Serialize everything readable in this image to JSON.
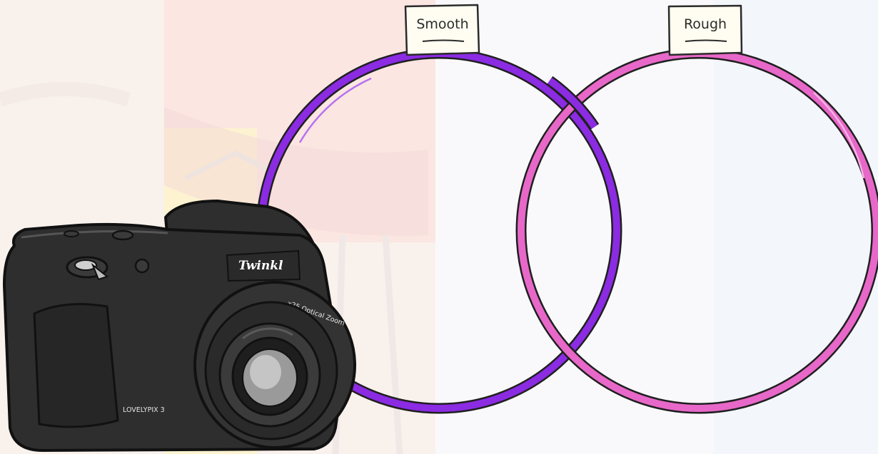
{
  "venn": {
    "left_set": {
      "label": "Smooth",
      "color": "#8b2be2"
    },
    "right_set": {
      "label": "Rough",
      "color": "#e768c8"
    }
  },
  "camera": {
    "brand": "Twinkl",
    "zoom_text": "x25 Optical Zoom",
    "model": "LOVELYPIX 3",
    "body_color": "#2e2e2e"
  }
}
